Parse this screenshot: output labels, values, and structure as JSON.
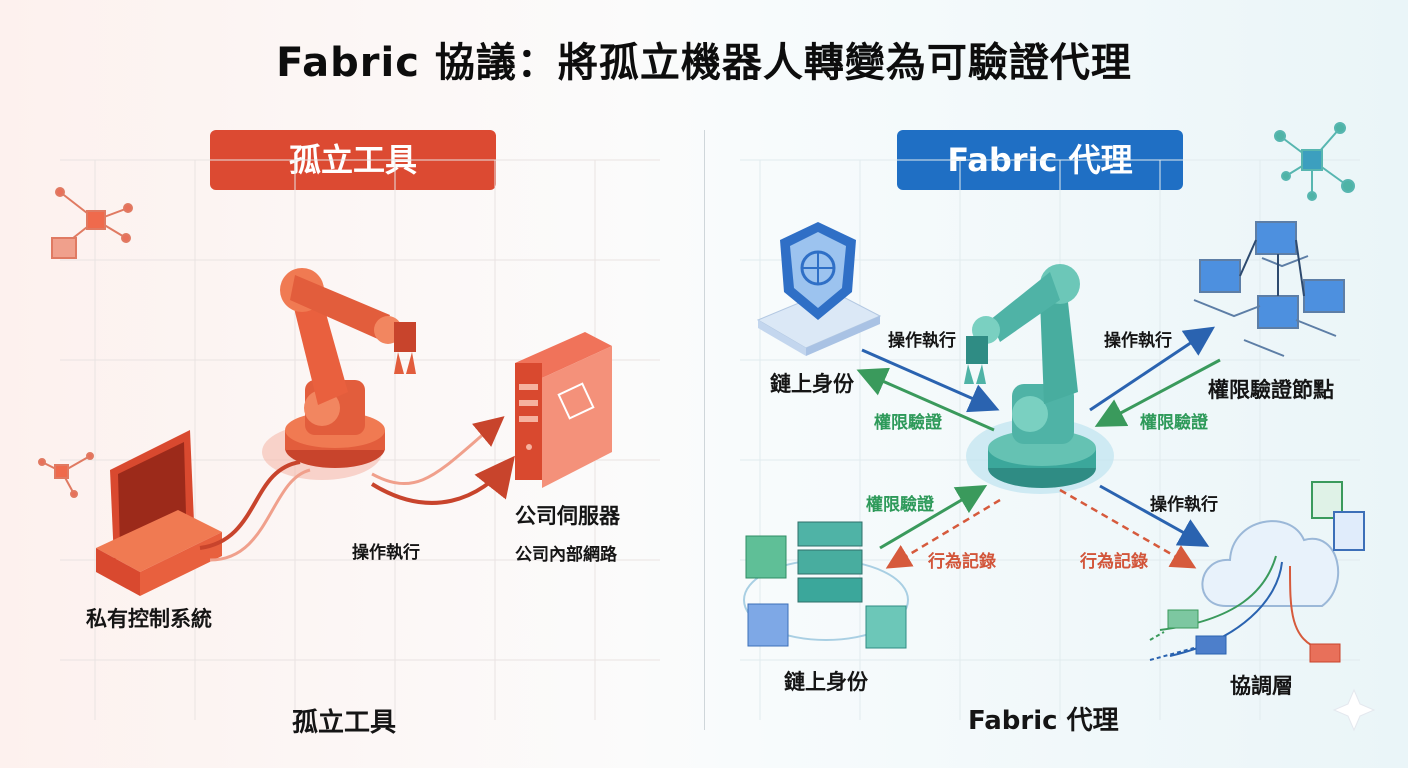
{
  "title": "Fabric 協議：將孤立機器人轉變為可驗證代理",
  "left": {
    "header": "孤立工具",
    "control_system_label": "私有控制系統",
    "server_label": "公司伺服器",
    "network_label": "公司內部網路",
    "action_label": "操作執行",
    "footer": "孤立工具"
  },
  "right": {
    "header": "Fabric 代理",
    "identity_label_top": "鏈上身份",
    "verify_nodes_label": "權限驗證節點",
    "identity_label_bottom": "鏈上身份",
    "coordination_label": "協調層",
    "action_label_1": "操作執行",
    "action_label_2": "操作執行",
    "action_label_3": "操作執行",
    "perm_label_1": "權限驗證",
    "perm_label_2": "權限驗證",
    "perm_label_3": "權限驗證",
    "log_label_1": "行為記錄",
    "log_label_2": "行為記錄",
    "footer": "Fabric 代理"
  },
  "colors": {
    "red_accent": "#dc4a32",
    "blue_accent": "#1f6fc4",
    "teal_robot": "#4fb3a6",
    "green_arrow": "#3a9a5c",
    "blue_arrow": "#2a63b0",
    "orange_dashed": "#d65a3c"
  },
  "icons": [
    "robot-arm-icon",
    "server-icon",
    "computer-icon",
    "shield-id-icon",
    "network-computers-icon",
    "blockchain-cubes-icon",
    "cloud-icon",
    "document-icon"
  ]
}
